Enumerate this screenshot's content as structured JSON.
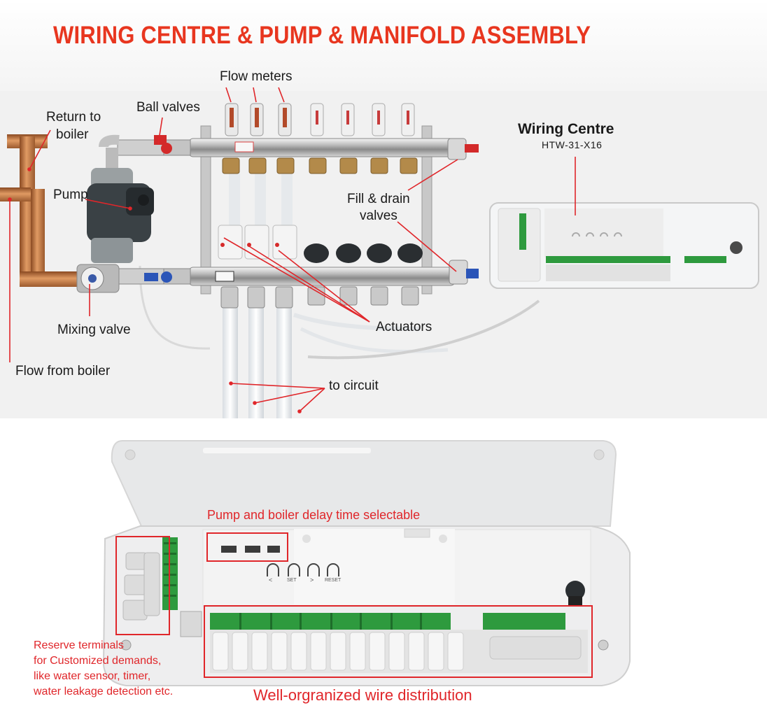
{
  "title": "WIRING CENTRE & PUMP & MANIFOLD ASSEMBLY",
  "top_labels": {
    "flow_meters": "Flow meters",
    "ball_valves": "Ball valves",
    "return_to_boiler_line1": "Return to",
    "return_to_boiler_line2": "boiler",
    "pump": "Pump",
    "mixing_valve": "Mixing valve",
    "flow_from_boiler": "Flow from boiler",
    "fill_drain_line1": "Fill & drain",
    "fill_drain_line2": "valves",
    "actuators": "Actuators",
    "to_circuit": "to circuit",
    "wiring_centre": "Wiring Centre",
    "model": "HTW-31-X16"
  },
  "bottom_labels": {
    "pump_boiler_delay": "Pump and boiler delay time selectable",
    "reserve_terminals": [
      "Reserve terminals",
      "for Customized demands,",
      "like water sensor, timer,",
      "water leakage detection etc."
    ],
    "well_organized": "Well-orgranized wire distribution"
  },
  "board_markings": {
    "set": "SET",
    "reset": "RESET",
    "left_arrow": "<",
    "right_arrow": ">"
  },
  "colors": {
    "title_red": "#e8361f",
    "annotation_red": "#e0262a",
    "terminal_green": "#2e9a3e",
    "copper": "#c9773f"
  }
}
